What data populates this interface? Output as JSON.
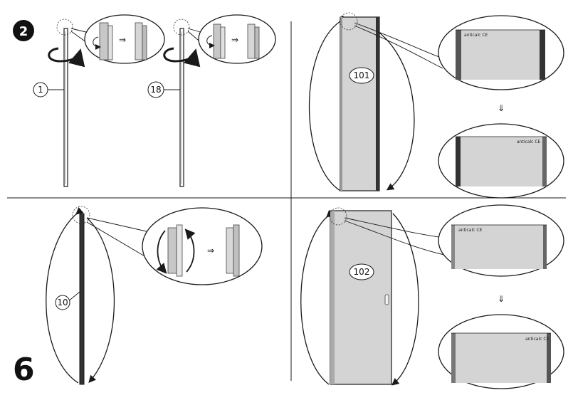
{
  "step_badge": "2",
  "step_big": "6",
  "labels": {
    "profile_1": "1",
    "profile_18": "18",
    "panel_101": "101",
    "profile_10": "10",
    "panel_102": "102"
  },
  "glass_marks": {
    "top_right_1": "anticalc CE",
    "top_right_2": "anticalc CE",
    "bottom_right_1": "anticalc CE",
    "bottom_right_2": "anticalc CE"
  },
  "colors": {
    "line": "#1a1a1a",
    "glass": "#d4d4d4",
    "glass_dark": "#bdbdbd",
    "profile": "#555555"
  }
}
